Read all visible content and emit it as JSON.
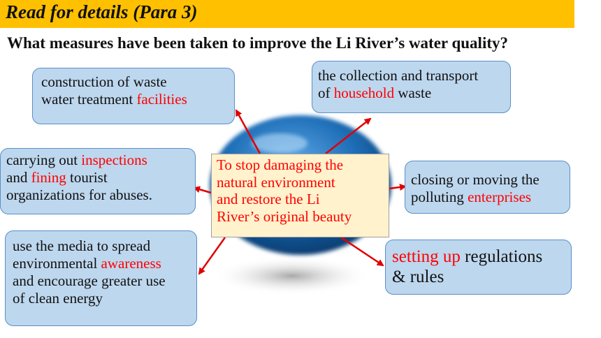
{
  "banner": {
    "title": "Read for details (Para 3)",
    "color": "#ffc000"
  },
  "question": "What measures have been taken to improve the Li River’s water quality?",
  "center": {
    "lines": [
      "To stop damaging the",
      "natural environment",
      "and restore the Li",
      "River’s original beauty"
    ]
  },
  "boxes": {
    "top_left": {
      "line1": "construction of waste",
      "line2_a": "water treatment ",
      "line2_b": "facilities"
    },
    "top_right": {
      "line1": "the collection and transport",
      "line2_a": "of ",
      "line2_b": "household",
      "line2_c": " waste"
    },
    "mid_left": {
      "line1_a": "carrying out ",
      "line1_b": "inspections",
      "line2_a": "and ",
      "line2_b": "fining",
      "line2_c": " tourist",
      "line3": "organizations for abuses."
    },
    "mid_right": {
      "line1": "closing or moving the",
      "line2_a": "polluting ",
      "line2_b": "enterprises"
    },
    "bottom_left": {
      "line1": "use the media to spread",
      "line2_a": "environmental ",
      "line2_b": "awareness",
      "line3": "and encourage greater use",
      "line4": "of clean energy"
    },
    "bottom_right": {
      "line1_a": "setting up",
      "line1_b": " regulations",
      "line2": "& rules"
    }
  },
  "colors": {
    "box_fill": "#bdd7ee",
    "box_border": "#5b8fc7",
    "highlight": "#ff0000",
    "center_fill": "#fff2cc",
    "arrow": "#e00000"
  },
  "icons": [
    "globe-illustration",
    "arrow"
  ]
}
